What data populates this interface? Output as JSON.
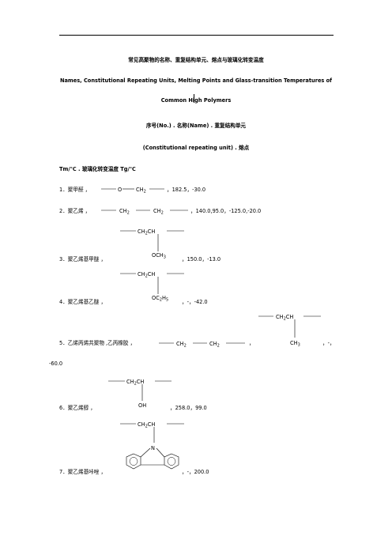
{
  "title_cn": "常见高聚物的名称、重复结构单元、熔点与玻璃化转变温度",
  "title_en_line1": "Names, Constitutional Repeating Units, Melting Points and Glass-transition Temperatures of",
  "title_en_line2": "Common High Polymers",
  "header_line1": "序号(No.) . 名称(Name) . 重复结构单元",
  "header_line2": "(Constitutional repeating unit) . 熔点",
  "header_line3_tm": "Tm/℃ . 玻璃化转变温度 Tg/℃",
  "entries": [
    {
      "label": "1．聚甲醛 ，",
      "values": "，182.5，-30.0"
    },
    {
      "label": "2．聚乙烯 ，",
      "values": "，140.0,95.0，-125.0,-20.0"
    },
    {
      "label": "3．聚乙烯基甲醚 ，",
      "values": "，150.0，-13.0"
    },
    {
      "label": "4．聚乙烯基乙醚 ，",
      "values": "，-，-42.0"
    },
    {
      "label": "5．乙烯丙烯共聚物 ,乙丙橡胶 ，",
      "values_a": "，",
      "values_b": "，-，",
      "values_c": "-60.0"
    },
    {
      "label": "6．聚乙烯醇 ，",
      "values": "，258.0，99.0"
    },
    {
      "label": "7．聚乙烯基咔唑 ，",
      "values": "，-，200.0"
    }
  ],
  "chem": {
    "o": "O",
    "ch2": "CH",
    "sub2": "2",
    "ch2ch": "CH",
    "och3": "OCH",
    "sub3": "3",
    "oc2h5_a": "OC",
    "oc2h5_b": "H",
    "sub5": "5",
    "ch3": "CH",
    "oh": "OH",
    "n": "N"
  }
}
